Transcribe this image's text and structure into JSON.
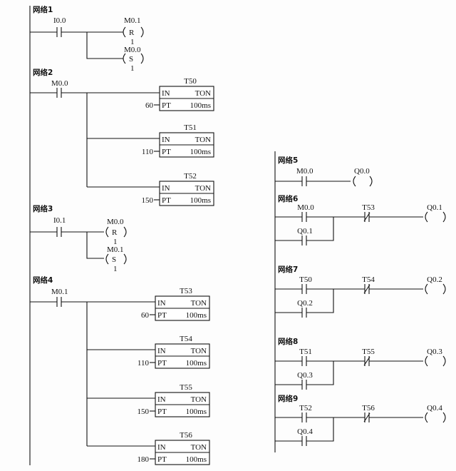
{
  "networks": {
    "n1": {
      "title": "网络1",
      "contact": "I0.0",
      "coil1": {
        "addr": "M0.1",
        "type": "R",
        "count": "1"
      },
      "coil2": {
        "addr": "M0.0",
        "type": "S",
        "count": "1"
      }
    },
    "n2": {
      "title": "网络2",
      "contact": "M0.0",
      "timers": [
        {
          "name": "T50",
          "pt": "60"
        },
        {
          "name": "T51",
          "pt": "110"
        },
        {
          "name": "T52",
          "pt": "150"
        }
      ]
    },
    "n3": {
      "title": "网络3",
      "contact": "I0.1",
      "coil1": {
        "addr": "M0.0",
        "type": "R",
        "count": "1"
      },
      "coil2": {
        "addr": "M0.1",
        "type": "S",
        "count": "1"
      }
    },
    "n4": {
      "title": "网络4",
      "contact": "M0.1",
      "timers": [
        {
          "name": "T53",
          "pt": "60"
        },
        {
          "name": "T54",
          "pt": "110"
        },
        {
          "name": "T55",
          "pt": "150"
        },
        {
          "name": "T56",
          "pt": "180"
        }
      ]
    },
    "n5": {
      "title": "网络5",
      "contact": "M0.0",
      "coil": "Q0.0"
    },
    "n6": {
      "title": "网络6",
      "contact": "M0.0",
      "nc": "T53",
      "parallel": "Q0.1",
      "coil": "Q0.1"
    },
    "n7": {
      "title": "网络7",
      "contact": "T50",
      "nc": "T54",
      "parallel": "Q0.2",
      "coil": "Q0.2"
    },
    "n8": {
      "title": "网络8",
      "contact": "T51",
      "nc": "T55",
      "parallel": "Q0.3",
      "coil": "Q0.3"
    },
    "n9": {
      "title": "网络9",
      "contact": "T52",
      "nc": "T56",
      "parallel": "Q0.4",
      "coil": "Q0.4"
    }
  },
  "timer_labels": {
    "in": "IN",
    "ton": "TON",
    "pt": "PT",
    "base": "100ms"
  }
}
